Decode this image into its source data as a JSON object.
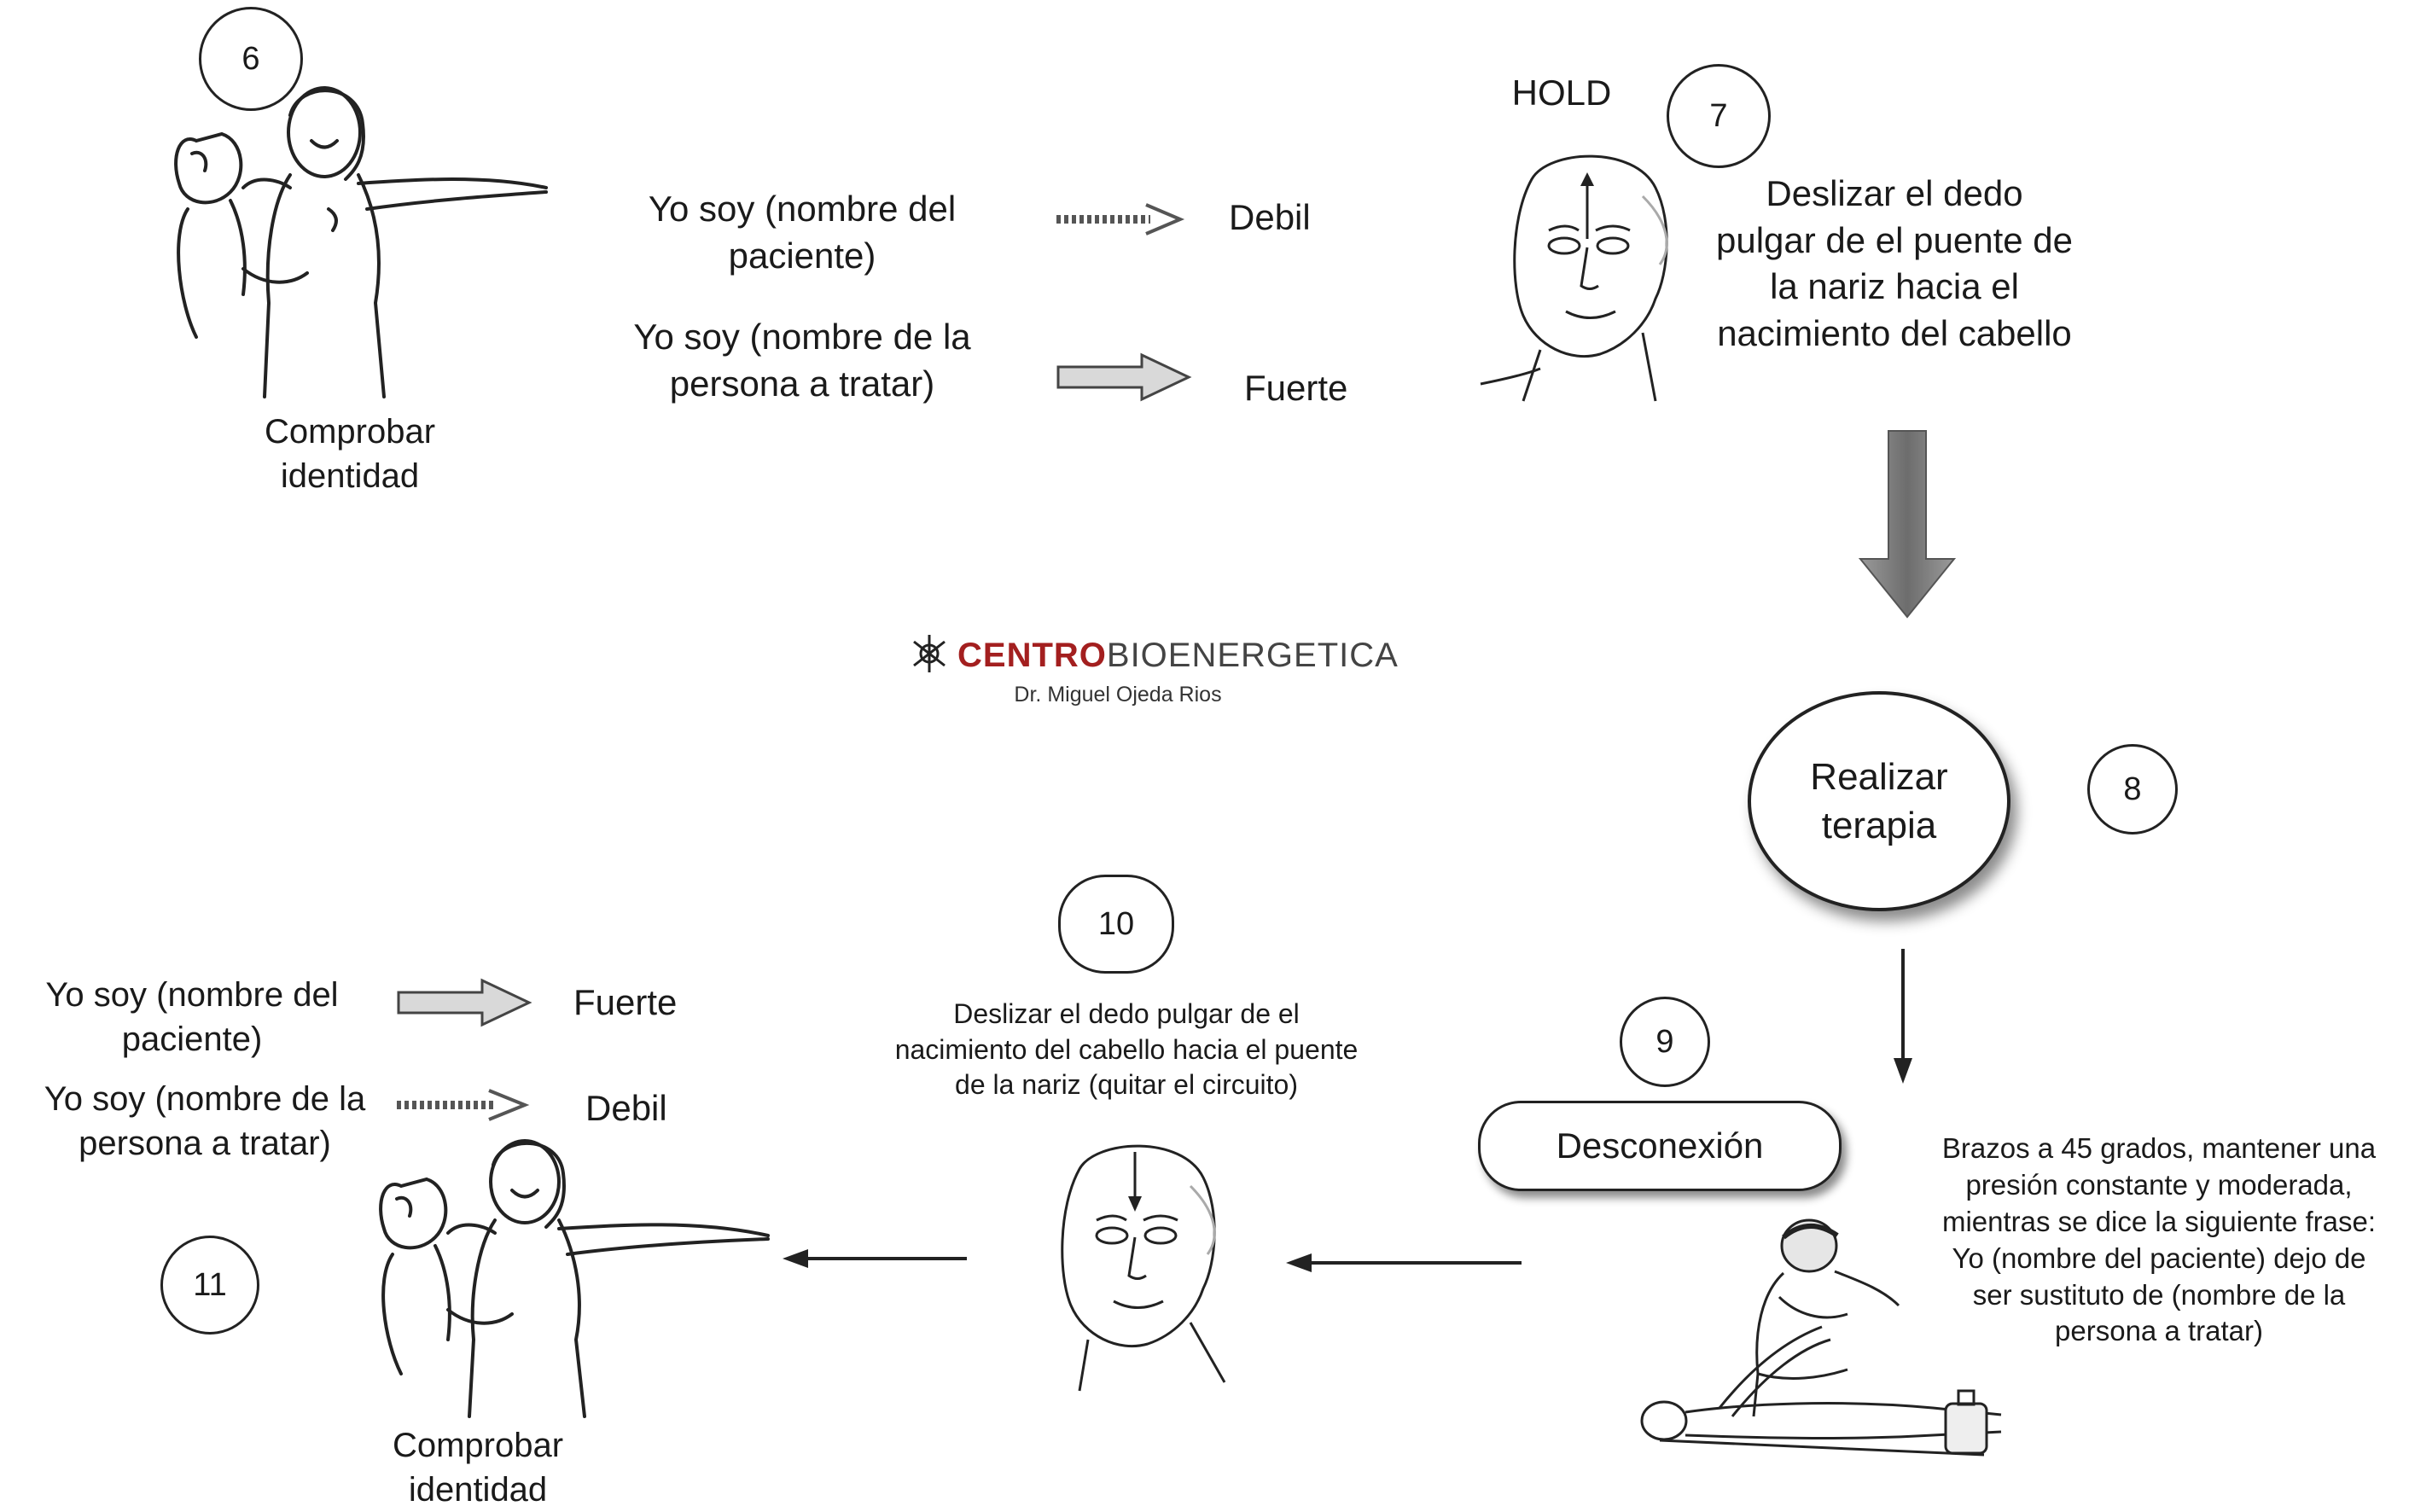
{
  "steps": {
    "s6": {
      "number": "6",
      "caption_line1": "Comprobar",
      "caption_line2": "identidad"
    },
    "s6_rows": [
      {
        "text_line1": "Yo soy (nombre del",
        "text_line2": "paciente)",
        "result": "Debil"
      },
      {
        "text_line1": "Yo soy (nombre de la",
        "text_line2": "persona a tratar)",
        "result": "Fuerte"
      }
    ],
    "s7": {
      "number": "7",
      "hold_label": "HOLD",
      "desc_lines": [
        "Deslizar el dedo",
        "pulgar de el puente de",
        "la nariz hacia el",
        "nacimiento del cabello"
      ]
    },
    "s8": {
      "number": "8",
      "label_line1": "Realizar",
      "label_line2": "terapia"
    },
    "s9": {
      "number": "9",
      "label": "Desconexión",
      "desc_lines": [
        "Brazos a 45 grados, mantener una",
        "presión constante y moderada,",
        "mientras se dice la siguiente frase:",
        "Yo (nombre del paciente) dejo de",
        "ser sustituto de (nombre de la",
        "persona a tratar)"
      ]
    },
    "s10": {
      "number": "10",
      "desc_lines": [
        "Deslizar el dedo pulgar de el",
        "nacimiento del cabello hacia el puente",
        "de la nariz (quitar el circuito)"
      ]
    },
    "s11": {
      "number": "11",
      "caption_line1": "Comprobar",
      "caption_line2": "identidad"
    },
    "s11_rows": [
      {
        "text_line1": "Yo soy (nombre del",
        "text_line2": "paciente)",
        "result": "Fuerte"
      },
      {
        "text_line1": "Yo soy (nombre de la",
        "text_line2": "persona a tratar)",
        "result": "Debil"
      }
    ]
  },
  "brand": {
    "bold": "CENTRO",
    "rest": "BIOENERGETICA",
    "subtitle": "Dr. Miguel Ojeda Rios"
  },
  "colors": {
    "brand_red": "#a31f1f",
    "arrow_gray": "#8a8a8a"
  }
}
